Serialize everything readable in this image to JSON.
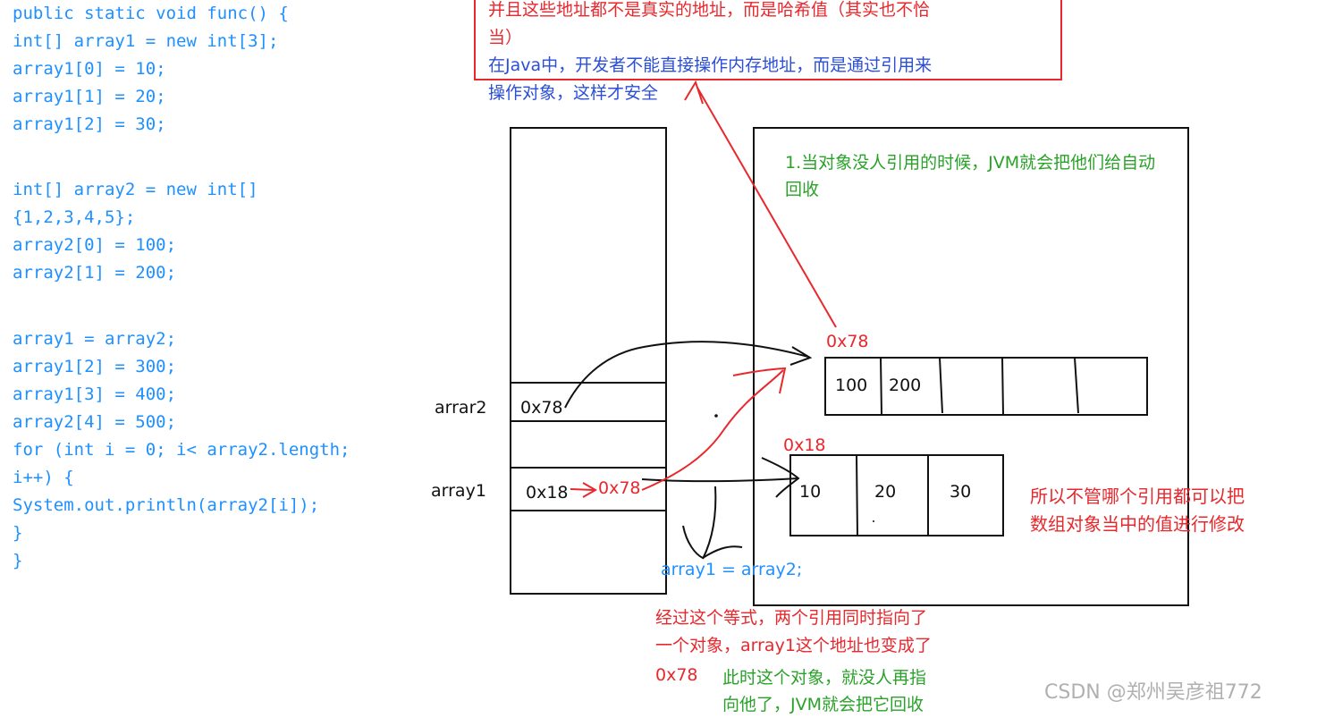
{
  "code": [
    "public static void func() {",
    "int[] array1 = new int[3];",
    "array1[0] = 10;",
    "array1[1] = 20;",
    "array1[2] = 30;",
    "int[] array2 = new int[]",
    "{1,2,3,4,5};",
    "array2[0] = 100;",
    "array2[1] = 200;",
    "array1 = array2;",
    "array1[2] = 300;",
    "array1[3] = 400;",
    "array2[4] = 500;",
    "for (int i = 0; i< array2.length;",
    "i++) {",
    "System.out.println(array2[i]);",
    "}",
    "}"
  ],
  "note_top": {
    "line1": "并且这些地址都不是真实的地址，而是哈希值（其实也不恰",
    "line2": "当）",
    "line3": "在Java中，开发者不能直接操作内存地址，而是通过引用来",
    "line4": "操作对象，这样才安全"
  },
  "heap_note": {
    "line1": "1.当对象没人引用的时候，JVM就会把他们给自动",
    "line2": "回收"
  },
  "stack": {
    "array2_label": "arrar2",
    "array2_value": "0x78",
    "array1_label": "array1",
    "array1_value": "0x18",
    "array1_new_value": "0x78"
  },
  "heap": {
    "obj2_addr": "0x78",
    "obj2_cells": [
      "100",
      "200",
      "",
      "",
      ""
    ],
    "obj1_addr": "0x18",
    "obj1_cells": [
      "10",
      "20",
      "30"
    ]
  },
  "assign_label": "array1 = array2;",
  "modify_note": {
    "line1": "所以不管哪个引用都可以把",
    "line2": "数组对象当中的值进行修改"
  },
  "bottom_note": {
    "line1": "经过这个等式，两个引用同时指向了",
    "line2": "一个对象，array1这个地址也变成了",
    "line3": "0x78"
  },
  "gc_note": {
    "line1": "此时这个对象，就没人再指",
    "line2": "向他了，JVM就会把它回收"
  },
  "watermark": "CSDN @郑州吴彦祖772",
  "colors": {
    "red": "#e8282d",
    "blue": "#2b4fd6",
    "green": "#2aa22a",
    "cyan": "#1e90ff"
  }
}
